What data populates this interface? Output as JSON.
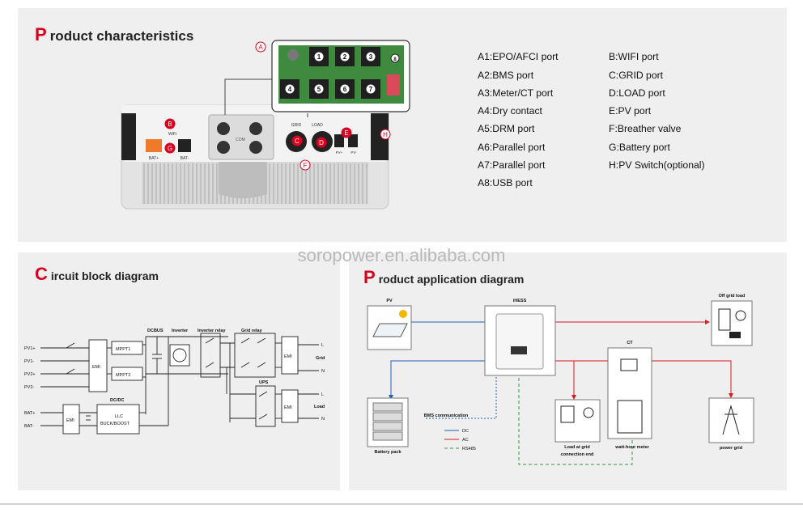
{
  "top": {
    "title_letter": "P",
    "title_rest": "roduct  characteristics",
    "ports_left": [
      "A1:EPO/AFCI port",
      "A2:BMS port",
      "A3:Meter/CT port",
      "A4:Dry contact",
      "A5:DRM port",
      "A6:Parallel port",
      "A7:Parallel port",
      "A8:USB port"
    ],
    "ports_right": [
      "B:WIFI port",
      "C:GRID port",
      "D:LOAD port",
      "E:PV port",
      "F:Breather valve",
      "G:Battery port",
      "H:PV Switch(optional)"
    ],
    "callouts": {
      "A": "A",
      "B": "B",
      "C": "C",
      "D": "D",
      "E": "E",
      "F": "F",
      "G": "G",
      "H": "H"
    },
    "board_numbers": [
      "1",
      "2",
      "3",
      "8",
      "4",
      "5",
      "6",
      "7"
    ],
    "unit_labels": {
      "grid": "GRID",
      "load": "LOAD",
      "com": "COM",
      "wifi": "WiFi",
      "bat_pos": "BAT+",
      "bat_neg": "BAT-",
      "pv_pos": "PV+",
      "pv_neg": "PV-"
    }
  },
  "watermark": "soropower.en.alibaba.com",
  "circuit": {
    "title_letter": "C",
    "title_rest": "ircuit block diagram",
    "inputs": [
      "PV1+",
      "PV1-",
      "PV2+",
      "PV2-",
      "BAT+",
      "BAT-"
    ],
    "blocks": {
      "emi_in": "EMI",
      "mppt1": "MPPT1",
      "mppt2": "MPPT2",
      "emi_bat": "EMI",
      "llc1": "LLC",
      "llc2": "BUCK/BOOST",
      "emi_grid": "EMI",
      "emi_load": "EMI"
    },
    "headers": {
      "dcbus": "DCBUS",
      "inverter": "Inverter",
      "inverter_relay": "Inverter relay",
      "grid_relay": "Grid relay",
      "ups": "UPS",
      "dcdc": "DC/DC"
    },
    "outputs": {
      "l1": "L",
      "grid": "Grid",
      "n1": "N",
      "l2": "L",
      "load": "Load",
      "n2": "N"
    }
  },
  "application": {
    "title_letter": "P",
    "title_rest": "roduct application diagram",
    "nodes": {
      "pv": "PV",
      "ihess": "iHESS",
      "offgrid": "Off grid load",
      "ct": "CT",
      "battery": "Battery pack",
      "load_grid_1": "Load at grid",
      "load_grid_2": "connection end",
      "meter": "watt-hour meter",
      "powergrid": "power grid"
    },
    "bms": "BMS communication",
    "legend": [
      {
        "label": "DC",
        "color": "#1f5fb0"
      },
      {
        "label": "AC",
        "color": "#d71920"
      },
      {
        "label": "RS485",
        "color": "#2a9b3e"
      }
    ]
  }
}
